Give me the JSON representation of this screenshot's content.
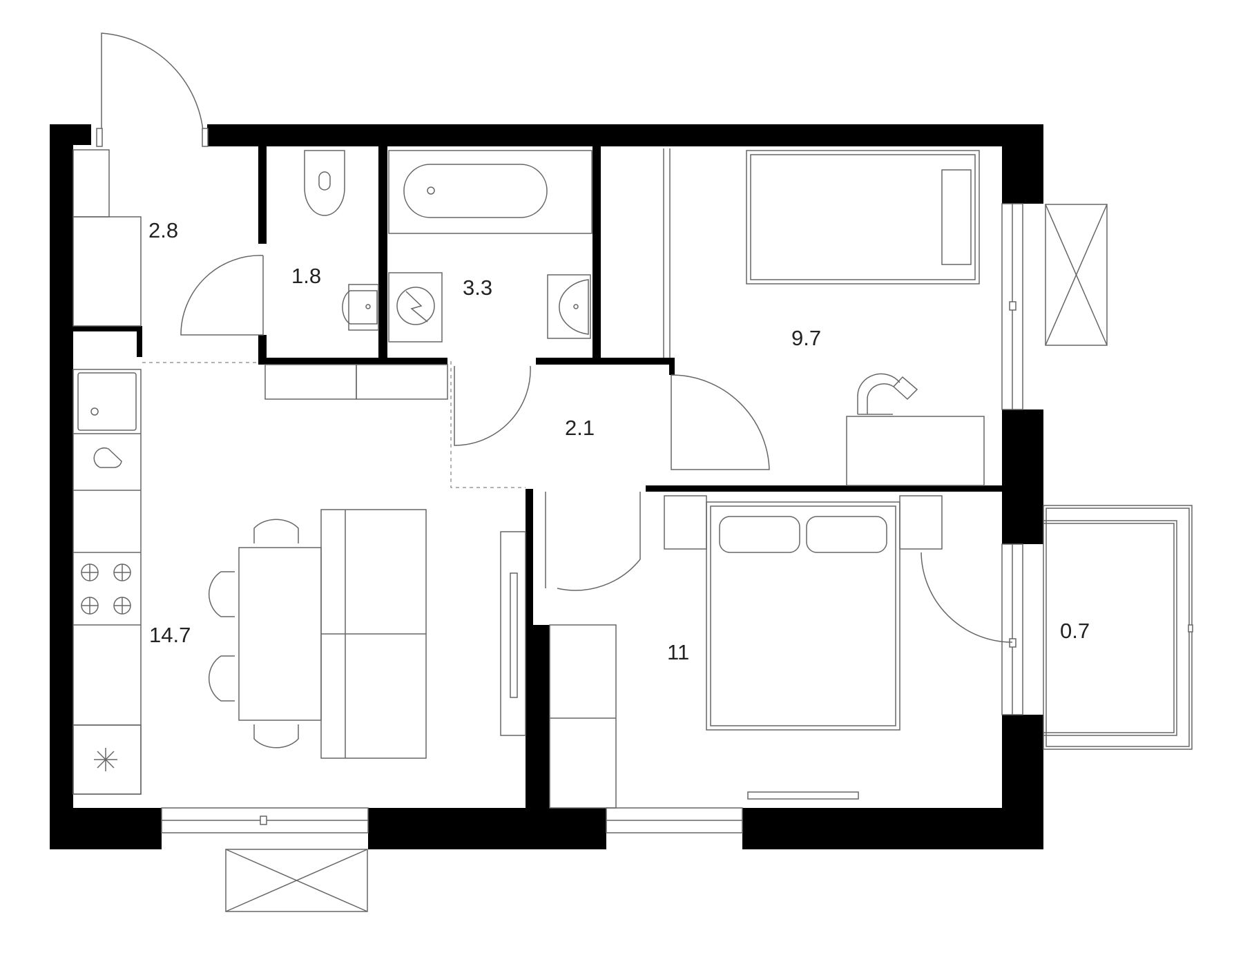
{
  "rooms": [
    {
      "id": "hallway-entry",
      "area": "2.8"
    },
    {
      "id": "toilet",
      "area": "1.8"
    },
    {
      "id": "bathroom",
      "area": "3.3"
    },
    {
      "id": "hallway-inner",
      "area": "2.1"
    },
    {
      "id": "bedroom-small",
      "area": "9.7"
    },
    {
      "id": "kitchen-living",
      "area": "14.7"
    },
    {
      "id": "bedroom-large",
      "area": "11"
    },
    {
      "id": "balcony",
      "area": "0.7"
    }
  ],
  "colors": {
    "wall": "#000000",
    "line": "#666666",
    "background": "#ffffff",
    "text": "#222222"
  },
  "icons": [
    "stove-icon",
    "sink-icon",
    "fridge-icon",
    "washing-machine-icon",
    "water-heater-icon",
    "toilet-icon",
    "bathtub-icon",
    "washbasin-icon"
  ]
}
